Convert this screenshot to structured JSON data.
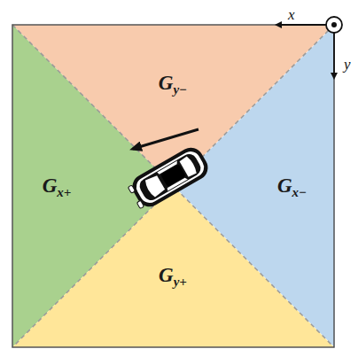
{
  "diagram": {
    "nodes": [
      {
        "text": [
          "Gy−"
        ]
      },
      {
        "text": [
          "Gx+"
        ]
      },
      {
        "text": [
          "Gx−"
        ]
      },
      {
        "text": [
          "Gy+"
        ]
      }
    ],
    "labels": [
      "x",
      "y"
    ]
  }
}
